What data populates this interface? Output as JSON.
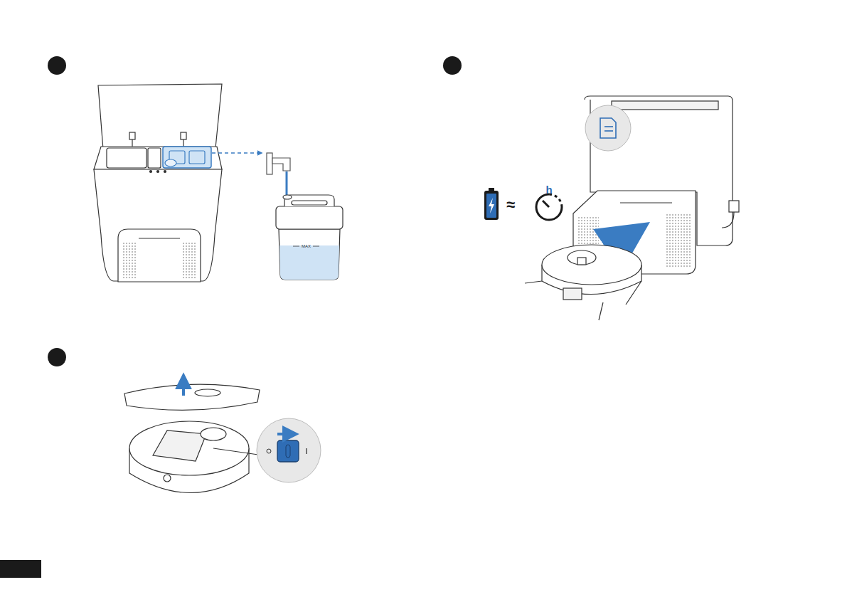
{
  "diagram": {
    "labels": [
      "MAX",
      "h",
      "≈"
    ]
  }
}
